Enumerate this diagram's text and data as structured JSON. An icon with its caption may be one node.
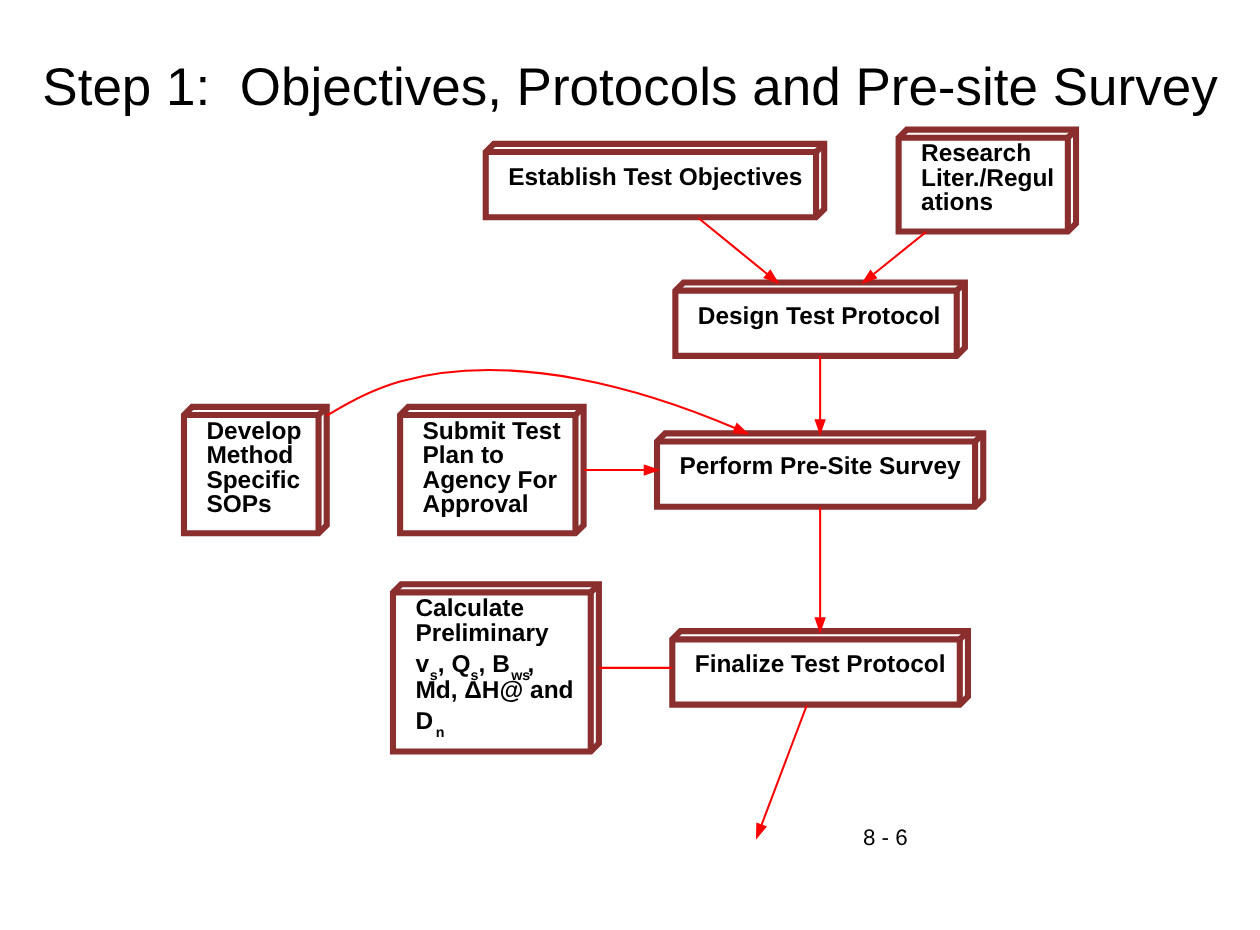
{
  "diagram": {
    "title": "Step 1:  Objectives, Protocols and Pre-site Survey",
    "nodes": [
      {
        "text": [
          "Establish Test Objectives"
        ]
      },
      {
        "text": [
          "Research Liter./Regul ations"
        ]
      },
      {
        "text": [
          "Design Test Protocol"
        ]
      },
      {
        "text": [
          "Develop Method Specific SOPs"
        ]
      },
      {
        "text": [
          "Submit Test Plan to Agency For Approval"
        ]
      },
      {
        "text": [
          "Perform Pre-Site Survey"
        ]
      },
      {
        "text": [
          "Calculate Preliminary v$_{s}$, Q$_{s}$, B$_{ws}$, Md, ΔH@ and D$_{n}$"
        ]
      },
      {
        "text": [
          "Finalize Test Protocol"
        ]
      }
    ],
    "edges": [
      {
        "from": 0,
        "to": 2,
        "arrow": "to"
      },
      {
        "from": 1,
        "to": 2,
        "arrow": "to"
      },
      {
        "from": 2,
        "to": 5,
        "arrow": "to"
      },
      {
        "from": 3,
        "to": 5,
        "arrow": "to"
      },
      {
        "from": 4,
        "to": 5,
        "arrow": "to"
      },
      {
        "from": 5,
        "to": 7,
        "arrow": "to"
      },
      {
        "from": 6,
        "to": 7,
        "arrow": "none"
      },
      {
        "from": 7,
        "to": null,
        "arrow": "to"
      }
    ],
    "labels": [
      "8 - 6"
    ]
  }
}
